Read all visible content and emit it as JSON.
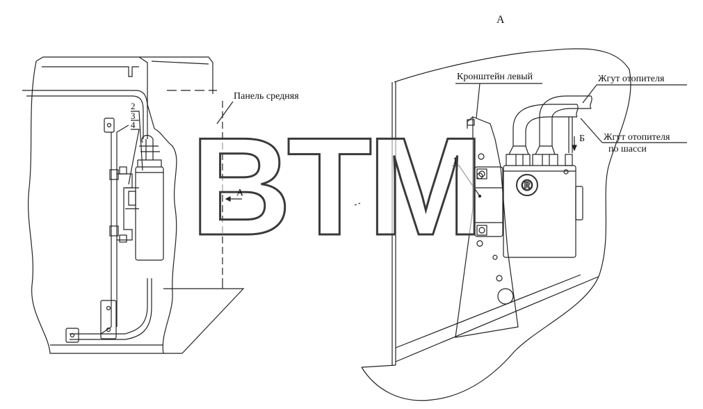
{
  "view_title": "А",
  "labels": {
    "panel_middle": "Панель средняя",
    "bracket_left": "Кронштейн левый",
    "harness_heater": "Жгут отопителя",
    "harness_heater_chassis_1": "Жгут отопителя",
    "harness_heater_chassis_2": "по шасси",
    "view_arrow": "А",
    "view_b": "Б"
  },
  "callouts": [
    "2",
    "3",
    "4",
    "1"
  ],
  "watermark": {
    "text": "BTM",
    "registered": "®"
  }
}
